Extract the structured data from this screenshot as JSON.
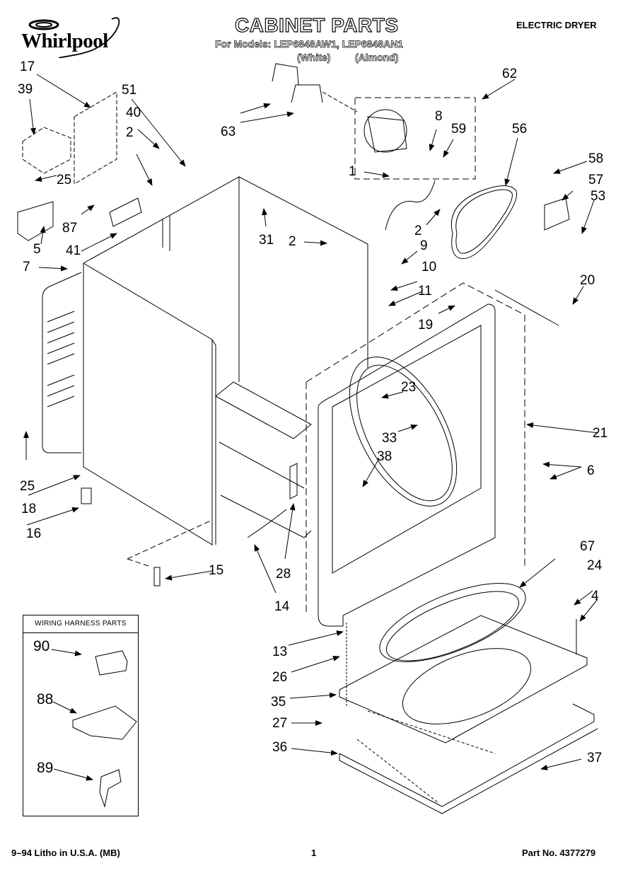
{
  "header": {
    "brand": "Whirlpool",
    "title": "CABINET PARTS",
    "models_line": "For Models: LEP6848AW1, LEP6848AN1",
    "color_white": "(White)",
    "color_almond": "(Almond)",
    "product_type": "ELECTRIC DRYER"
  },
  "callouts": [
    {
      "id": "17",
      "label": "17"
    },
    {
      "id": "39",
      "label": "39"
    },
    {
      "id": "51",
      "label": "51"
    },
    {
      "id": "40",
      "label": "40"
    },
    {
      "id": "2a",
      "label": "2"
    },
    {
      "id": "25a",
      "label": "25"
    },
    {
      "id": "87",
      "label": "87"
    },
    {
      "id": "5",
      "label": "5"
    },
    {
      "id": "41",
      "label": "41"
    },
    {
      "id": "7",
      "label": "7"
    },
    {
      "id": "63",
      "label": "63"
    },
    {
      "id": "31",
      "label": "31"
    },
    {
      "id": "2b",
      "label": "2"
    },
    {
      "id": "62",
      "label": "62"
    },
    {
      "id": "8",
      "label": "8"
    },
    {
      "id": "59",
      "label": "59"
    },
    {
      "id": "56",
      "label": "56"
    },
    {
      "id": "1",
      "label": "1"
    },
    {
      "id": "2c",
      "label": "2"
    },
    {
      "id": "58",
      "label": "58"
    },
    {
      "id": "57",
      "label": "57"
    },
    {
      "id": "53",
      "label": "53"
    },
    {
      "id": "9",
      "label": "9"
    },
    {
      "id": "10",
      "label": "10"
    },
    {
      "id": "11",
      "label": "11"
    },
    {
      "id": "19",
      "label": "19"
    },
    {
      "id": "20",
      "label": "20"
    },
    {
      "id": "23",
      "label": "23"
    },
    {
      "id": "21",
      "label": "21"
    },
    {
      "id": "33",
      "label": "33"
    },
    {
      "id": "38",
      "label": "38"
    },
    {
      "id": "6",
      "label": "6"
    },
    {
      "id": "25b",
      "label": "25"
    },
    {
      "id": "18",
      "label": "18"
    },
    {
      "id": "16",
      "label": "16"
    },
    {
      "id": "28",
      "label": "28"
    },
    {
      "id": "15",
      "label": "15"
    },
    {
      "id": "14",
      "label": "14"
    },
    {
      "id": "67",
      "label": "67"
    },
    {
      "id": "24",
      "label": "24"
    },
    {
      "id": "4",
      "label": "4"
    },
    {
      "id": "13",
      "label": "13"
    },
    {
      "id": "26",
      "label": "26"
    },
    {
      "id": "35",
      "label": "35"
    },
    {
      "id": "27",
      "label": "27"
    },
    {
      "id": "36",
      "label": "36"
    },
    {
      "id": "37",
      "label": "37"
    }
  ],
  "wiring_harness": {
    "title": "WIRING HARNESS PARTS",
    "parts": [
      {
        "label": "90"
      },
      {
        "label": "88"
      },
      {
        "label": "89"
      }
    ]
  },
  "footer": {
    "print_info": "9–94 Litho in U.S.A. (MB)",
    "page_number": "1",
    "part_number": "Part No. 4377279"
  }
}
